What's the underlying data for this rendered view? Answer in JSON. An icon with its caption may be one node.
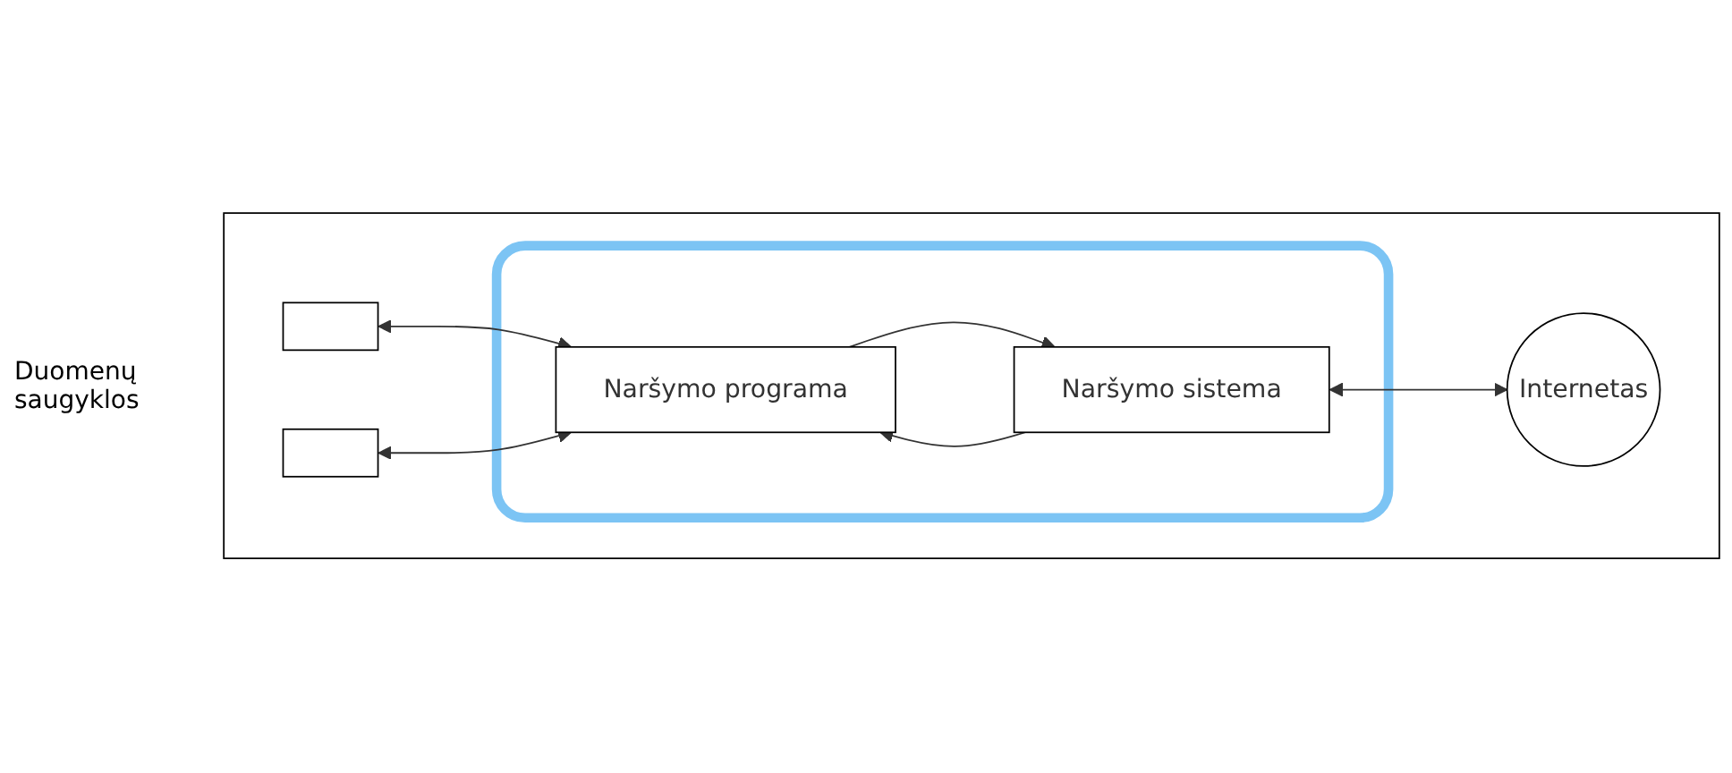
{
  "diagram": {
    "nodes": [
      {
        "text": [],
        "shape": "box"
      },
      {
        "text": [],
        "shape": "box",
        "in": 0
      },
      {
        "text": [],
        "shape": "box",
        "in": 0
      },
      {
        "text": [],
        "shape": "box",
        "in": 0
      },
      {
        "text": [
          "Naršymo programa"
        ],
        "in": 3
      },
      {
        "text": [
          "Naršymo sistema"
        ],
        "in": 3
      },
      {
        "text": [
          "Internetas"
        ],
        "in": 0
      }
    ],
    "edges": [
      {
        "from": 1,
        "to": 4,
        "arrow": "both"
      },
      {
        "from": 2,
        "to": 4,
        "arrow": "both"
      },
      {
        "from": 4,
        "to": 5,
        "arrow": "to"
      },
      {
        "from": 5,
        "to": 4,
        "arrow": "to"
      },
      {
        "from": 5,
        "to": 6,
        "arrow": "both"
      }
    ],
    "labels": [
      "Duomenų saugyklos"
    ]
  }
}
